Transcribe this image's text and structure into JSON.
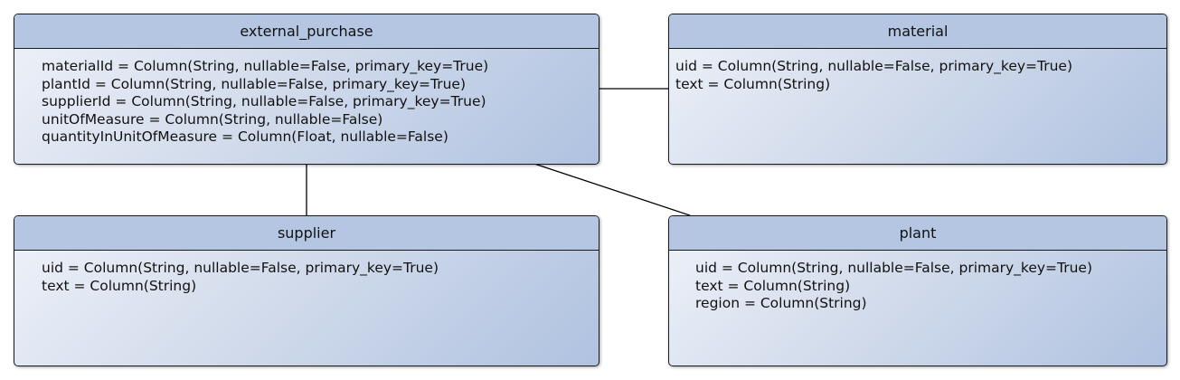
{
  "entities": {
    "external_purchase": {
      "name": "external_purchase",
      "fields": [
        "materialId = Column(String, nullable=False, primary_key=True)",
        "plantId = Column(String, nullable=False, primary_key=True)",
        "supplierId = Column(String, nullable=False, primary_key=True)",
        "unitOfMeasure = Column(String, nullable=False)",
        "quantityInUnitOfMeasure = Column(Float, nullable=False)"
      ]
    },
    "material": {
      "name": "material",
      "fields": [
        "uid = Column(String, nullable=False, primary_key=True)",
        "text = Column(String)"
      ]
    },
    "supplier": {
      "name": "supplier",
      "fields": [
        "uid = Column(String, nullable=False, primary_key=True)",
        "text = Column(String)"
      ]
    },
    "plant": {
      "name": "plant",
      "fields": [
        "uid = Column(String, nullable=False, primary_key=True)",
        "text = Column(String)",
        "region = Column(String)"
      ]
    }
  },
  "colors": {
    "header": "#b5c6e2",
    "gradient_start": "#eef2f9",
    "gradient_end": "#afc2e0",
    "border": "#1a1a1a",
    "connector": "#000000"
  }
}
